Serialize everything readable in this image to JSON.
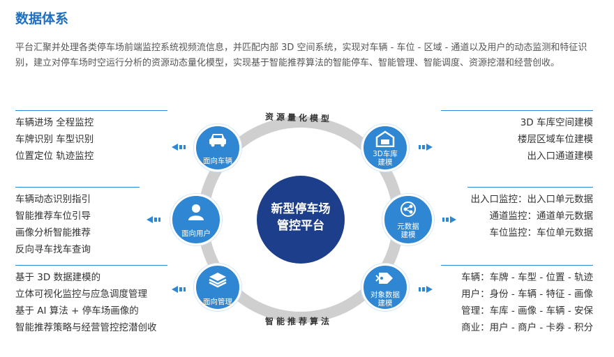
{
  "title": "数据体系",
  "intro": "平台汇聚并处理各类停车场前端监控系统视频流信息，并匹配内部 3D 空间系统，实现对车辆 - 车位 - 区域 - 通道以及用户的动态监测和特征识别，建立对停车场时空运行分析的资源动态量化模型，实现基于智能推荐算法的智能停车、智能管理、智能调度、资源挖潜和经营创收。",
  "ring": {
    "top_label": "资源量化模型",
    "bottom_label": "智能推荐算法",
    "center_line1": "新型停车场",
    "center_line2": "管控平台"
  },
  "nodes": {
    "vehicle": {
      "label": "面向车辆",
      "icon": "car-icon"
    },
    "user": {
      "label": "面向用户",
      "icon": "user-icon"
    },
    "manage": {
      "label": "面向管理",
      "icon": "layers-icon"
    },
    "garage": {
      "label1": "3D车库",
      "label2": "建模",
      "icon": "garage-icon"
    },
    "meta": {
      "label1": "元数据",
      "label2": "建模",
      "icon": "data-share-icon"
    },
    "object": {
      "label1": "对象数据",
      "label2": "建模",
      "icon": "tag-icon"
    }
  },
  "left_groups": [
    {
      "items": [
        "车辆进场 全程监控",
        "车牌识别 车型识别",
        "位置定位 轨迹监控"
      ]
    },
    {
      "items": [
        "车辆动态识别指引",
        "智能推荐车位引导",
        "画像分析智能推荐",
        "反向寻车找车查询"
      ]
    },
    {
      "items": [
        "基于 3D 数据建模的",
        "立体可视化监控与应急调度管理",
        "基于 AI 算法 + 停车场画像的",
        "智能推荐策略与经营管控挖潜创收"
      ]
    }
  ],
  "right_groups": [
    {
      "items": [
        "3D 车库空间建模",
        "楼层区域车位建模",
        "出入口通道建模"
      ]
    },
    {
      "items": [
        "出入口监控：出入口单元数据",
        "通道监控：通道单元数据",
        "车位监控：车位单元数据"
      ]
    },
    {
      "items": [
        "车辆：车牌 - 车型 - 位置 - 轨迹",
        "用户：身份 - 车辆 - 特征 - 画像",
        "管理：车库 - 画像 - 车辆 - 安保",
        "商业：用户 - 商户 - 卡券 - 积分"
      ]
    }
  ],
  "colors": {
    "accent": "#2f86d3",
    "center": "#1d3e8a",
    "ring": "#cfcfcf",
    "title": "#1e6fbf"
  }
}
